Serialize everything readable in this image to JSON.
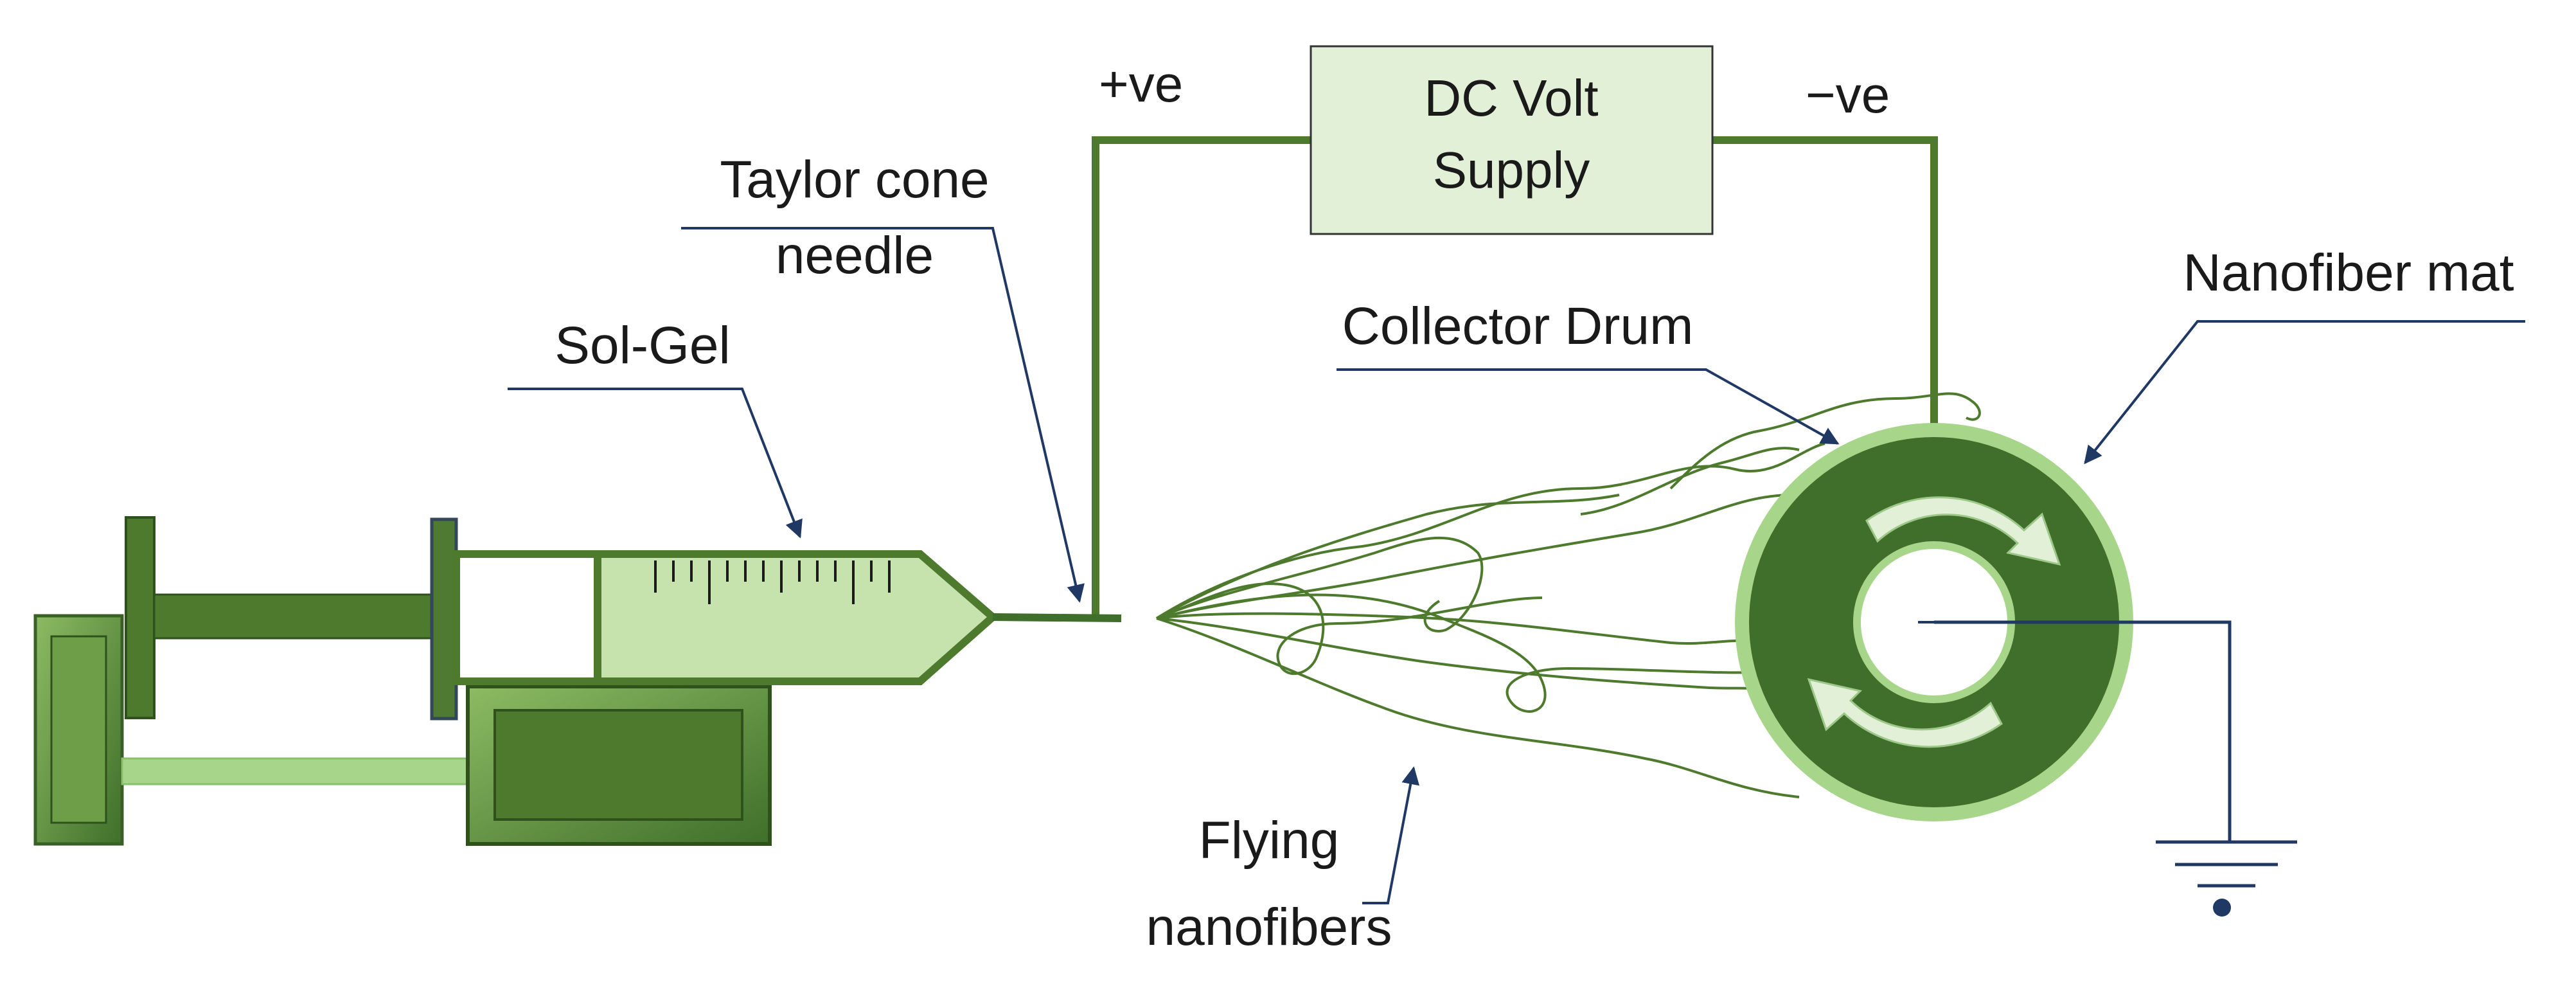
{
  "supply": {
    "line1": "DC Volt",
    "line2": "Supply",
    "positive": "+ve",
    "negative": "−ve"
  },
  "labels": {
    "taylor_line1": "Taylor cone",
    "taylor_line2": "needle",
    "sol_gel": "Sol-Gel",
    "collector_drum": "Collector Drum",
    "nanofiber_mat": "Nanofiber mat",
    "flying_line1": "Flying",
    "flying_line2": "nanofibers"
  },
  "colors": {
    "dark_green": "#4d7a2c",
    "mid_green": "#3f6f2a",
    "light_green": "#c6e3ad",
    "mat_green": "#a7d68b",
    "box_fill": "#e3f0d8",
    "arrow_navy": "#1f3864"
  },
  "icons": [
    "rotation-arrow-icon",
    "ground-icon"
  ]
}
